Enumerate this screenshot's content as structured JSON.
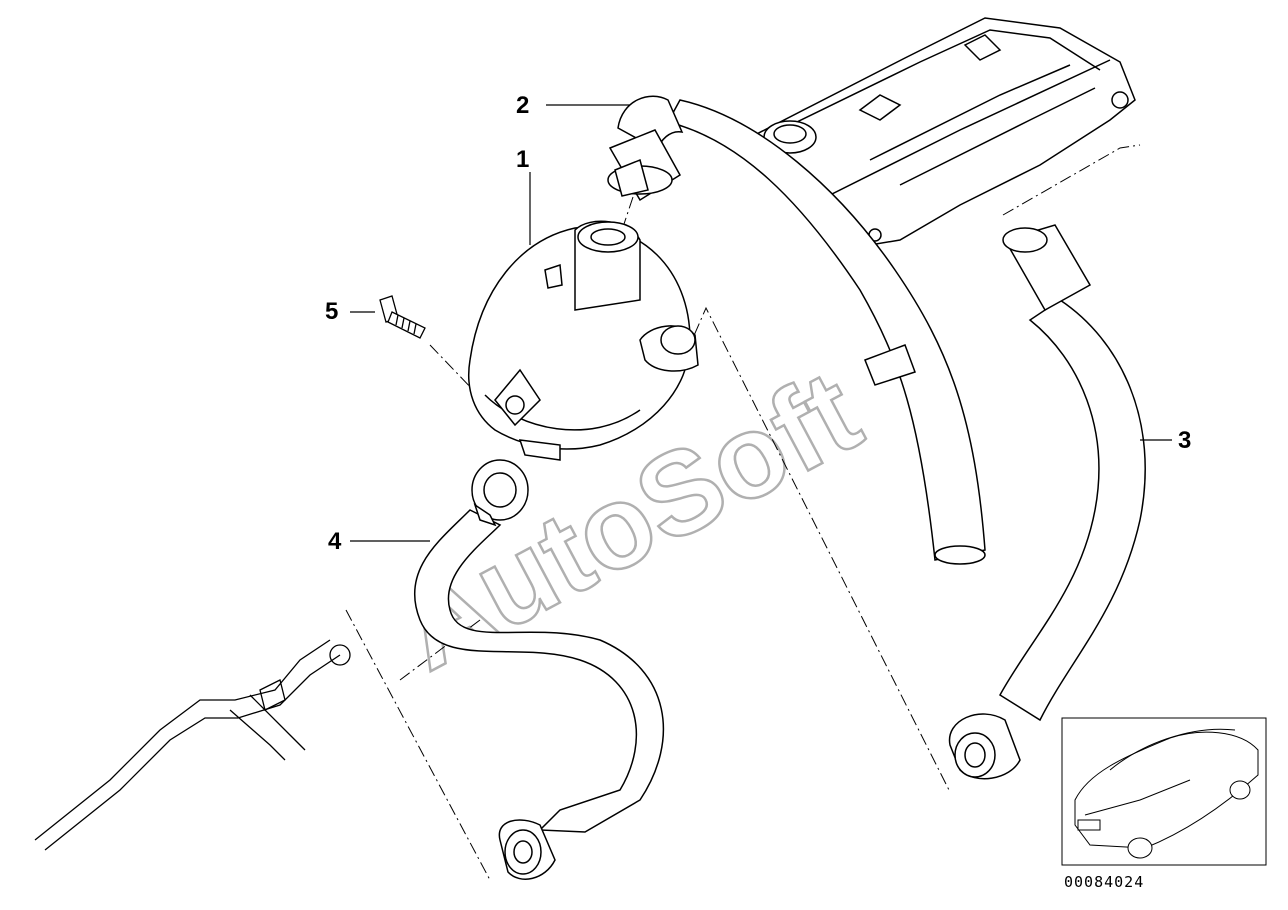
{
  "diagram": {
    "callouts": [
      "1",
      "2",
      "3",
      "4",
      "5"
    ],
    "reference_code": "00084024",
    "watermark": "AutoSoft"
  },
  "icons": [
    "car-thumbnail-icon"
  ],
  "colors": {
    "line": "#000000",
    "background": "#ffffff",
    "watermark_stroke": "#b0b0b0"
  }
}
